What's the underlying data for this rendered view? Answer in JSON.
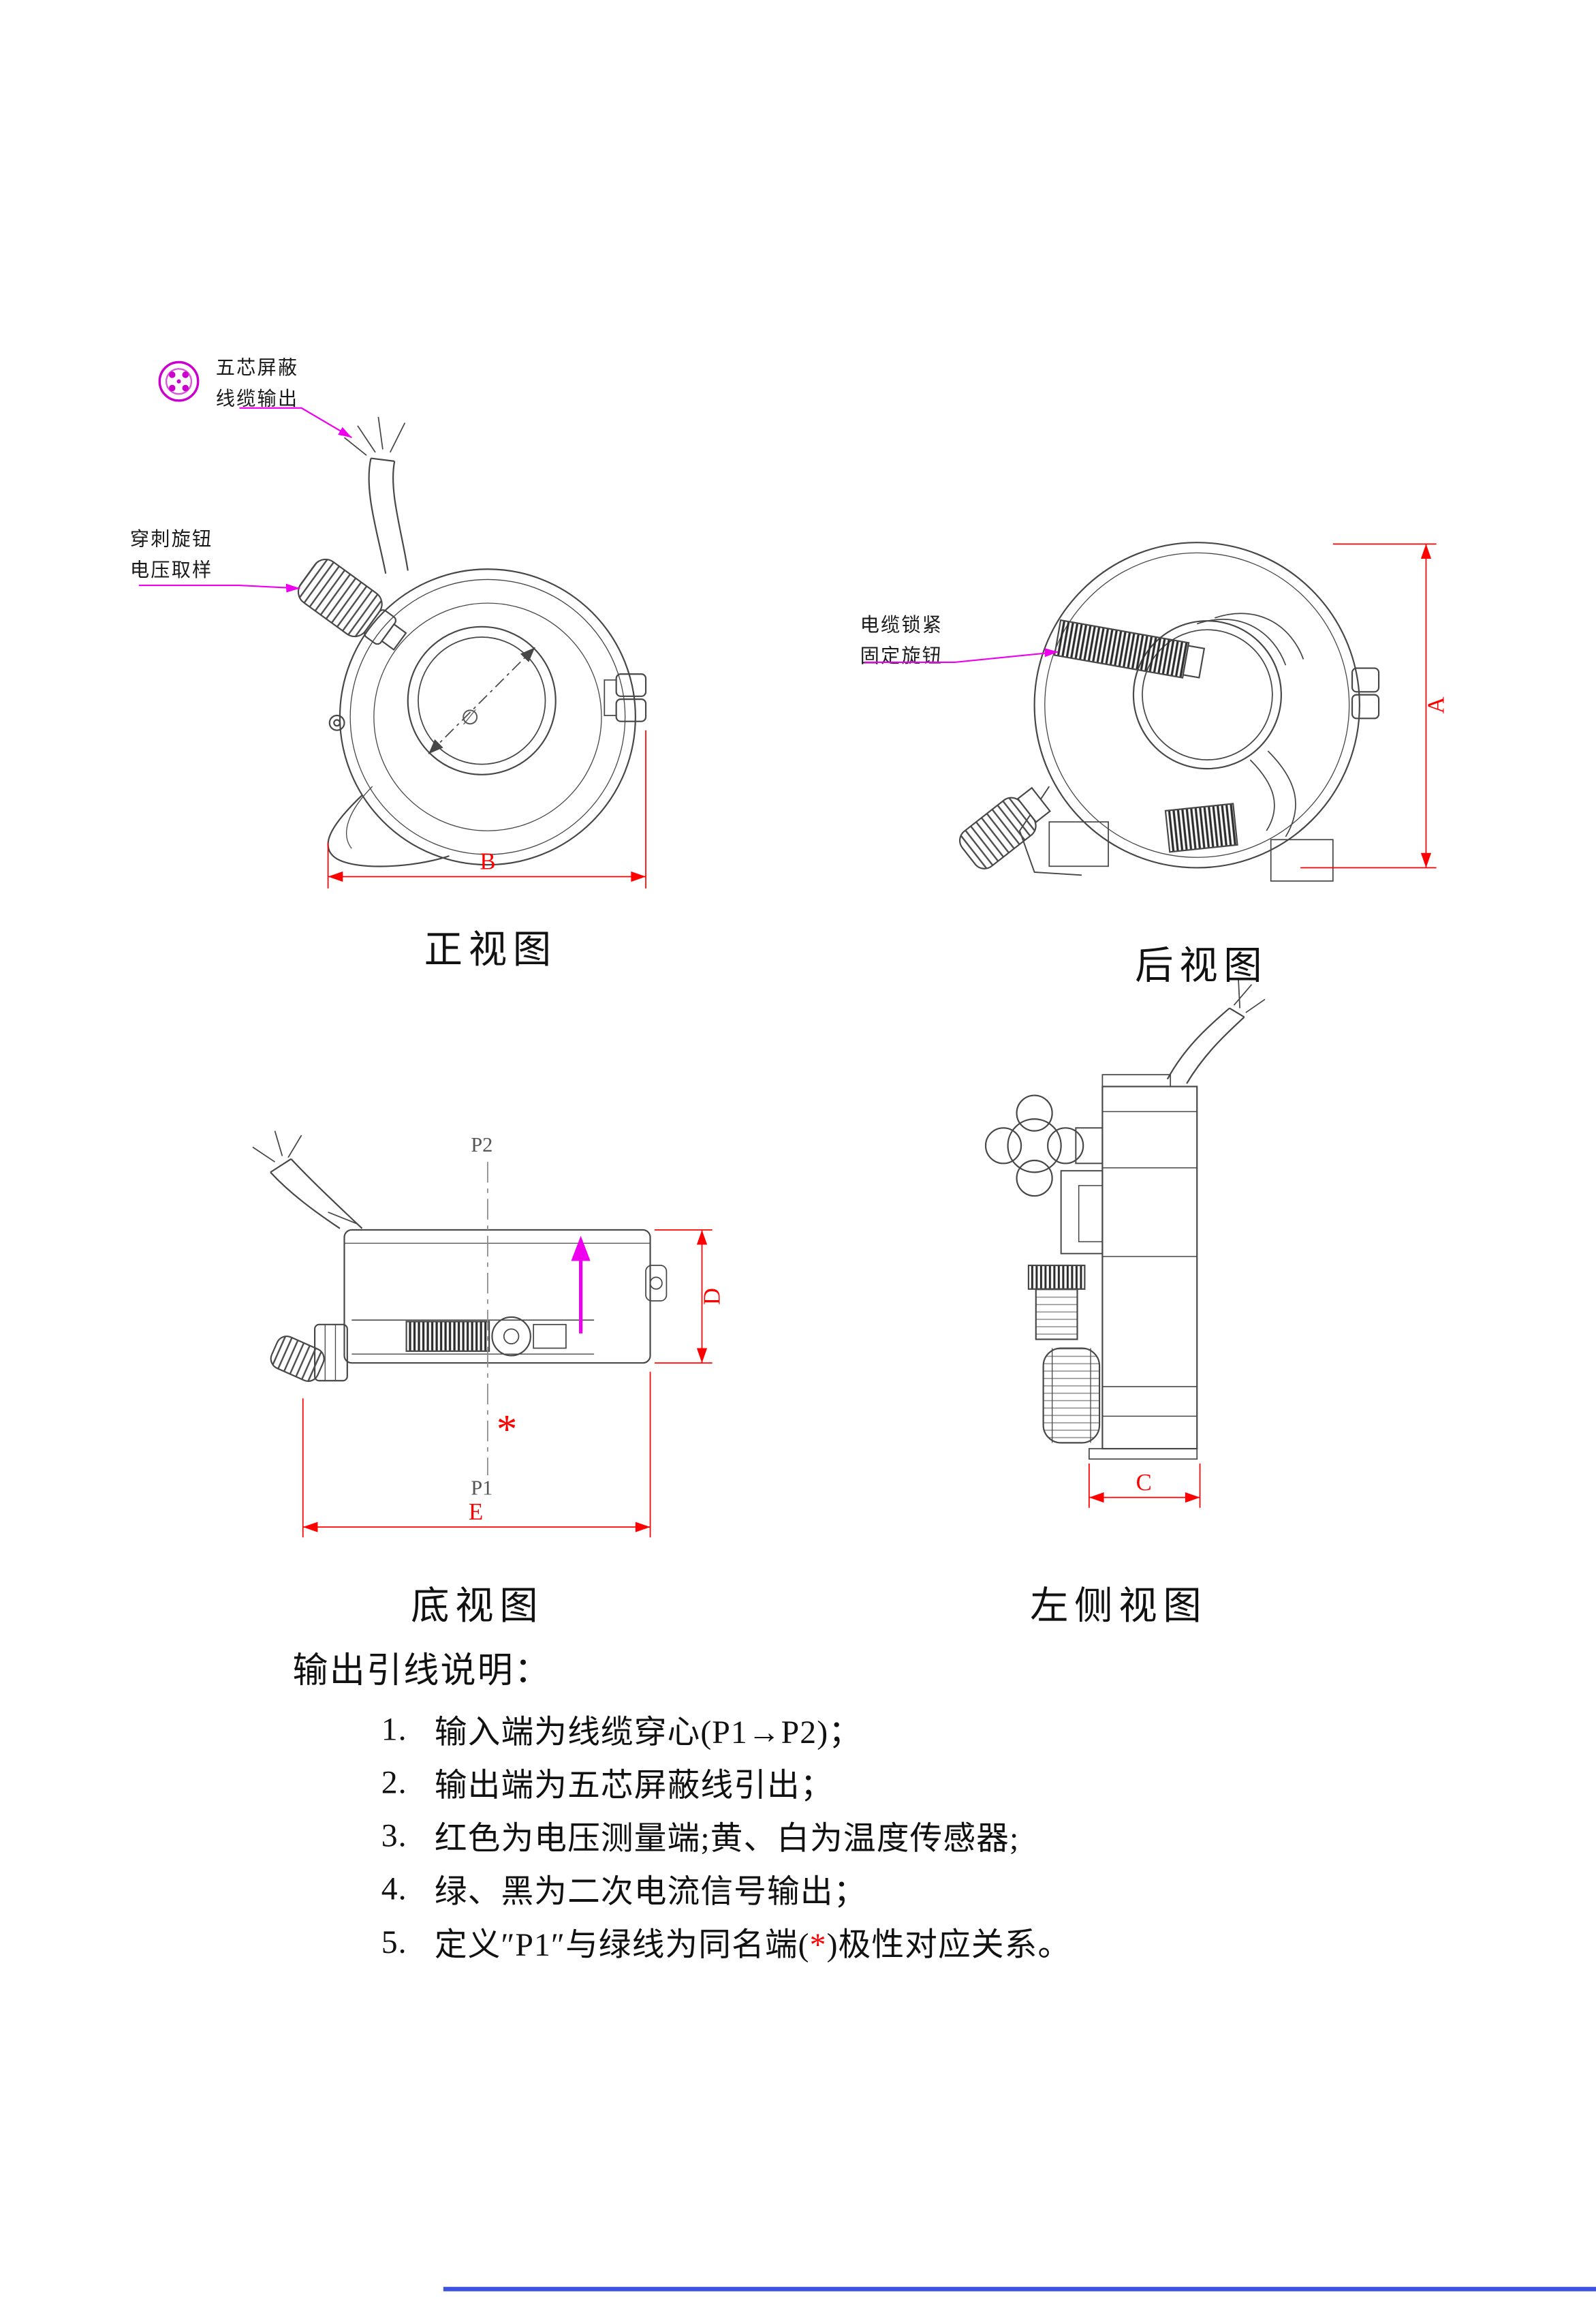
{
  "document": {
    "type": "technical-drawing",
    "background": "#ffffff"
  },
  "colors": {
    "drawing_line": "#474747",
    "dimension": "#ff0000",
    "leader": "#ee00ee",
    "text": "#111111",
    "bottom_border": "#3d53e0"
  },
  "callouts": {
    "cable_output": {
      "line1": "五芯屏蔽",
      "line2": "线缆输出"
    },
    "piercing_knob": {
      "line1": "穿刺旋钮",
      "line2": "电压取样"
    },
    "cable_lock": {
      "line1": "电缆锁紧",
      "line2": "固定旋钮"
    }
  },
  "views": {
    "front": {
      "title": "正视图"
    },
    "rear": {
      "title": "后视图"
    },
    "bottom": {
      "title": "底视图"
    },
    "left": {
      "title": "左侧视图"
    }
  },
  "dims": {
    "a": "A",
    "b": "B",
    "c": "C",
    "d": "D",
    "e": "E"
  },
  "markers": {
    "p1": "P1",
    "p2": "P2",
    "star": "*",
    "diameter": "∅"
  },
  "notes": {
    "heading": "输出引线说明：",
    "items": [
      {
        "num": "1.",
        "text": "输入端为线缆穿心(P1→P2)；"
      },
      {
        "num": "2.",
        "text": "输出端为五芯屏蔽线引出；"
      },
      {
        "num": "3.",
        "text": "红色为电压测量端;黄、白为温度传感器;"
      },
      {
        "num": "4.",
        "text": "绿、黑为二次电流信号输出；"
      },
      {
        "num": "5.",
        "text": "定义″P1″与绿线为同名端(",
        "star": "*",
        "tail": ")极性对应关系。"
      }
    ]
  }
}
